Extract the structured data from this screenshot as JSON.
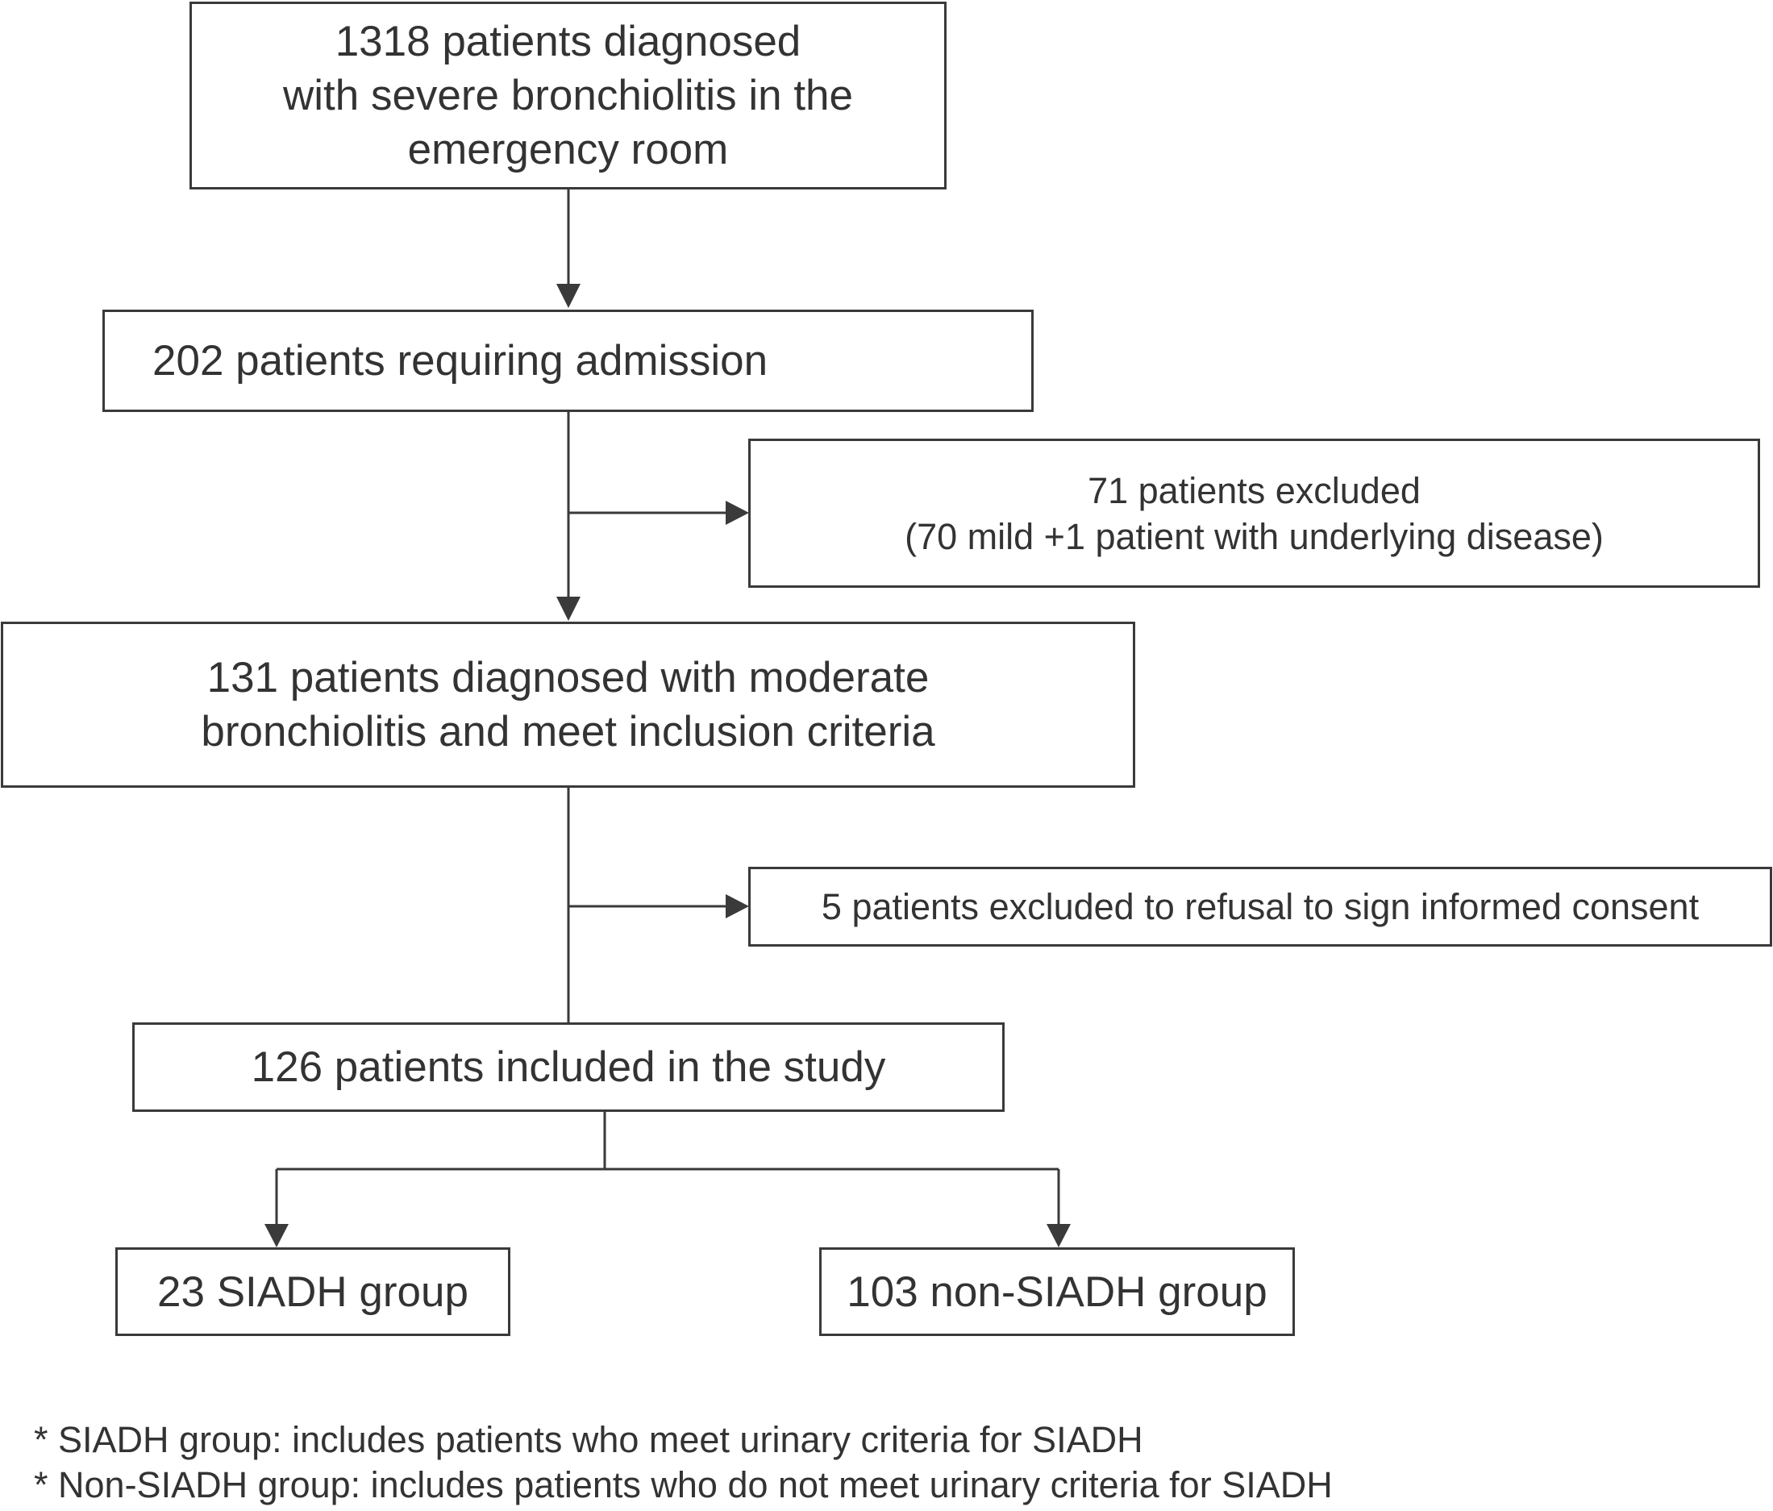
{
  "flowchart": {
    "boxes": {
      "screened": "1318 patients diagnosed\nwith severe bronchiolitis in the\nemergency room",
      "admitted": "202 patients requiring admission",
      "excluded_1": "71 patients excluded\n(70 mild +1 patient with underlying disease)",
      "moderate": "131 patients diagnosed with moderate\nbronchiolitis and meet inclusion criteria",
      "excluded_2": "5 patients excluded to refusal to sign informed consent",
      "included": "126 patients included in the study",
      "siadh": "23 SIADH group",
      "non_siadh": "103 non-SIADH group"
    },
    "line_color": "#3a3a3a"
  },
  "footnotes": [
    "* SIADH group: includes patients who meet urinary criteria for SIADH",
    "* Non-SIADH group: includes patients who do not meet urinary criteria for SIADH"
  ]
}
